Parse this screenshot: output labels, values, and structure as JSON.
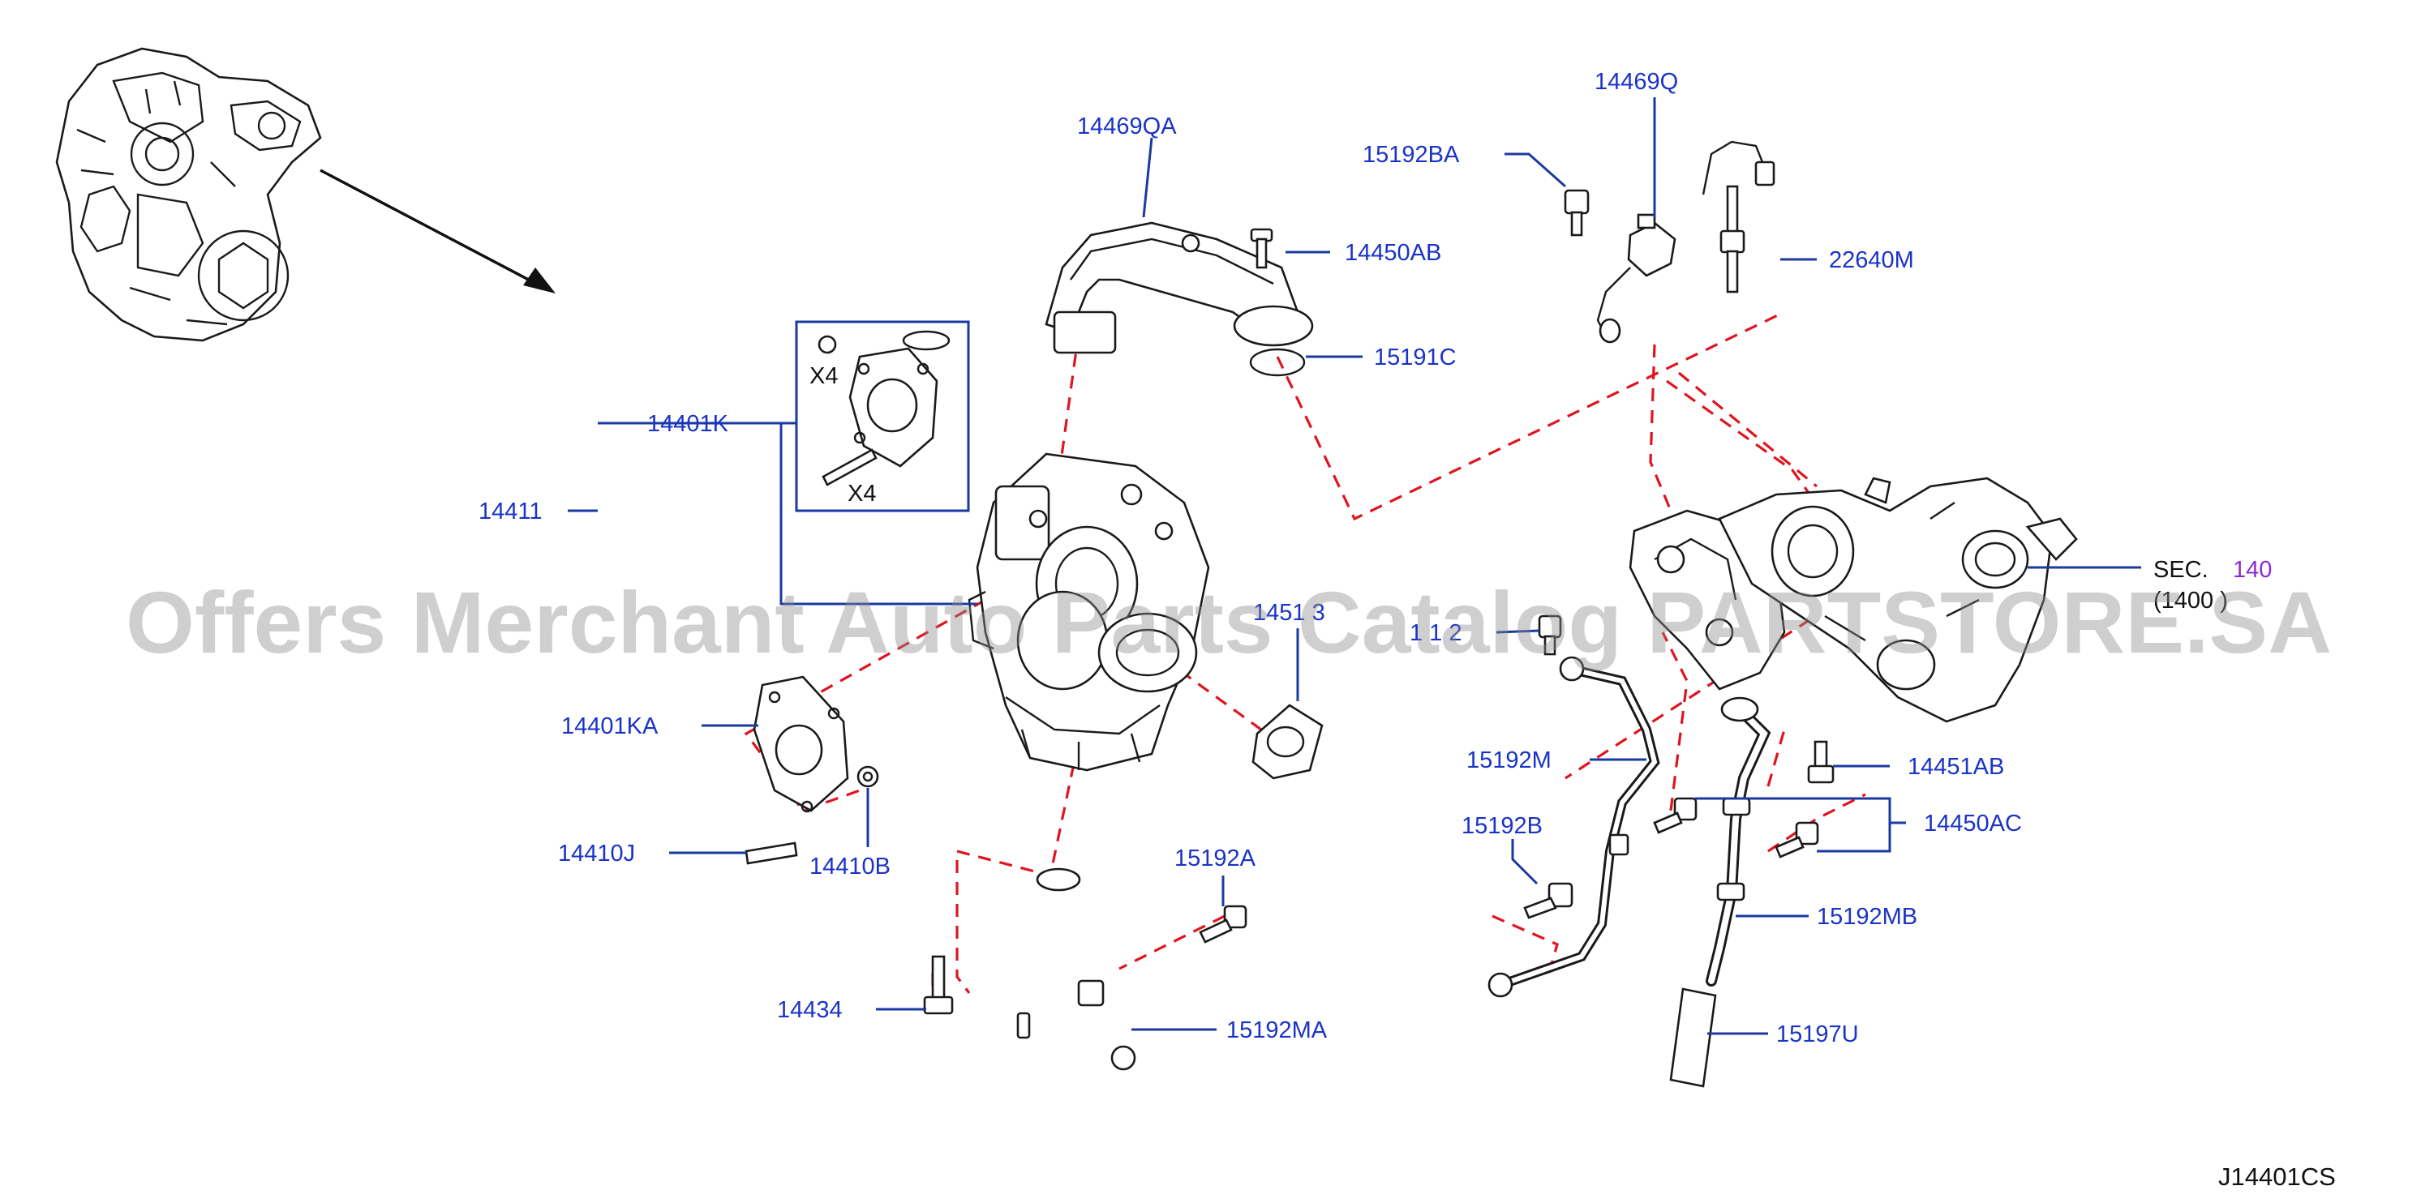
{
  "diagram_code": "J14401CS",
  "watermark": "Offers Merchant Auto Parts Catalog PARTSTORE.SA",
  "section_ref": {
    "label": "SEC.",
    "number": "140",
    "sub": "(1400 )"
  },
  "kit_quantity_1": "X4",
  "kit_quantity_2": "X4",
  "callouts": {
    "p14469QA": "14469QA",
    "p14450AB": "14450AB",
    "p15191C": "15191C",
    "p14401K": "14401K",
    "p14411": "14411",
    "p14401KA": "14401KA",
    "p14410J": "14410J",
    "p14410B": "14410B",
    "p1451x": "1451 3",
    "p14434": "14434",
    "p15192A": "15192A",
    "p15192MA": "15192MA",
    "p14469Q": "14469Q",
    "p15192BA": "15192BA",
    "p22640M": "22640M",
    "p1512x": "1 1 2",
    "p15192M": "15192M",
    "p15192B": "15192B",
    "p14451AB": "14451AB",
    "p14450AC": "14450AC",
    "p15192MB": "15192MB",
    "p15197U": "15197U"
  }
}
